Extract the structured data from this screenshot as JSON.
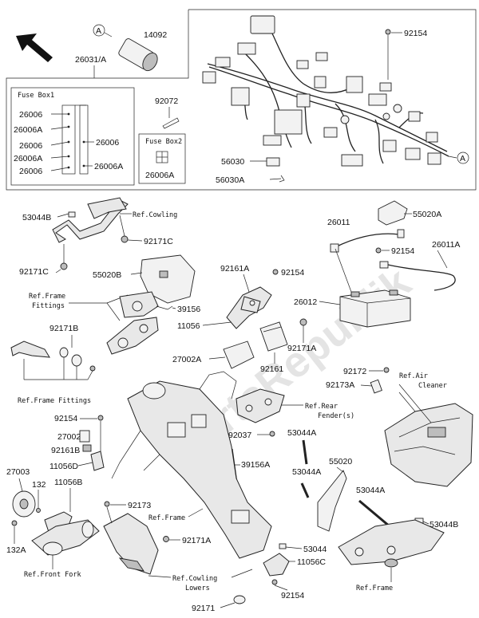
{
  "diagram": {
    "watermark": "PartsRepublik",
    "fuse_box_1": {
      "title": "Fuse Box1",
      "left_labels": [
        "26006",
        "26006A",
        "26006",
        "26006A",
        "26006"
      ],
      "right_labels": [
        "26006",
        "26006A"
      ]
    },
    "fuse_box_2": {
      "title": "Fuse Box2",
      "label": "26006A"
    },
    "callout_letter": "A",
    "part_numbers": {
      "p14092": "14092",
      "p26031A": "26031/A",
      "p92154_top": "92154",
      "p92072": "92072",
      "p56030": "56030",
      "p56030A": "56030A",
      "p53044B_top": "53044B",
      "p92171C_a": "92171C",
      "p92171C_b": "92171C",
      "p55020B": "55020B",
      "p92171B": "92171B",
      "p39156": "39156",
      "p11056": "11056",
      "p92161A": "92161A",
      "p92154_mid": "92154",
      "p27002A": "27002A",
      "p92161": "92161",
      "p92171A_mid": "92171A",
      "p26011": "26011",
      "p55020A": "55020A",
      "p92154_bat": "92154",
      "p26011A": "26011A",
      "p26012": "26012",
      "p92172": "92172",
      "p92173A": "92173A",
      "p92154_left": "92154",
      "p27002": "27002",
      "p92161B": "92161B",
      "p11056D": "11056D",
      "p27003": "27003",
      "p132": "132",
      "p11056B": "11056B",
      "p132A": "132A",
      "p92037": "92037",
      "p53044A_a": "53044A",
      "p39156A": "39156A",
      "p53044A_b": "53044A",
      "p55020": "55020",
      "p53044A_c": "53044A",
      "p53044B_bot": "53044B",
      "p92173": "92173",
      "p92171A_bot": "92171A",
      "p53044": "53044",
      "p11056C": "11056C",
      "p92171": "92171",
      "p92154_bot": "92154"
    },
    "references": {
      "cowling": "Ref.Cowling",
      "frame_fittings_a1": "Ref.Frame",
      "frame_fittings_a2": "Fittings",
      "frame_fittings_b": "Ref.Frame Fittings",
      "frame_mid": "Ref.Frame",
      "rear_fender_1": "Ref.Rear",
      "rear_fender_2": "Fender(s)",
      "air_cleaner_1": "Ref.Air",
      "air_cleaner_2": "Cleaner",
      "front_fork": "Ref.Front Fork",
      "cowling_lowers_1": "Ref.Cowling",
      "cowling_lowers_2": "Lowers",
      "frame_bottom": "Ref.Frame"
    }
  }
}
